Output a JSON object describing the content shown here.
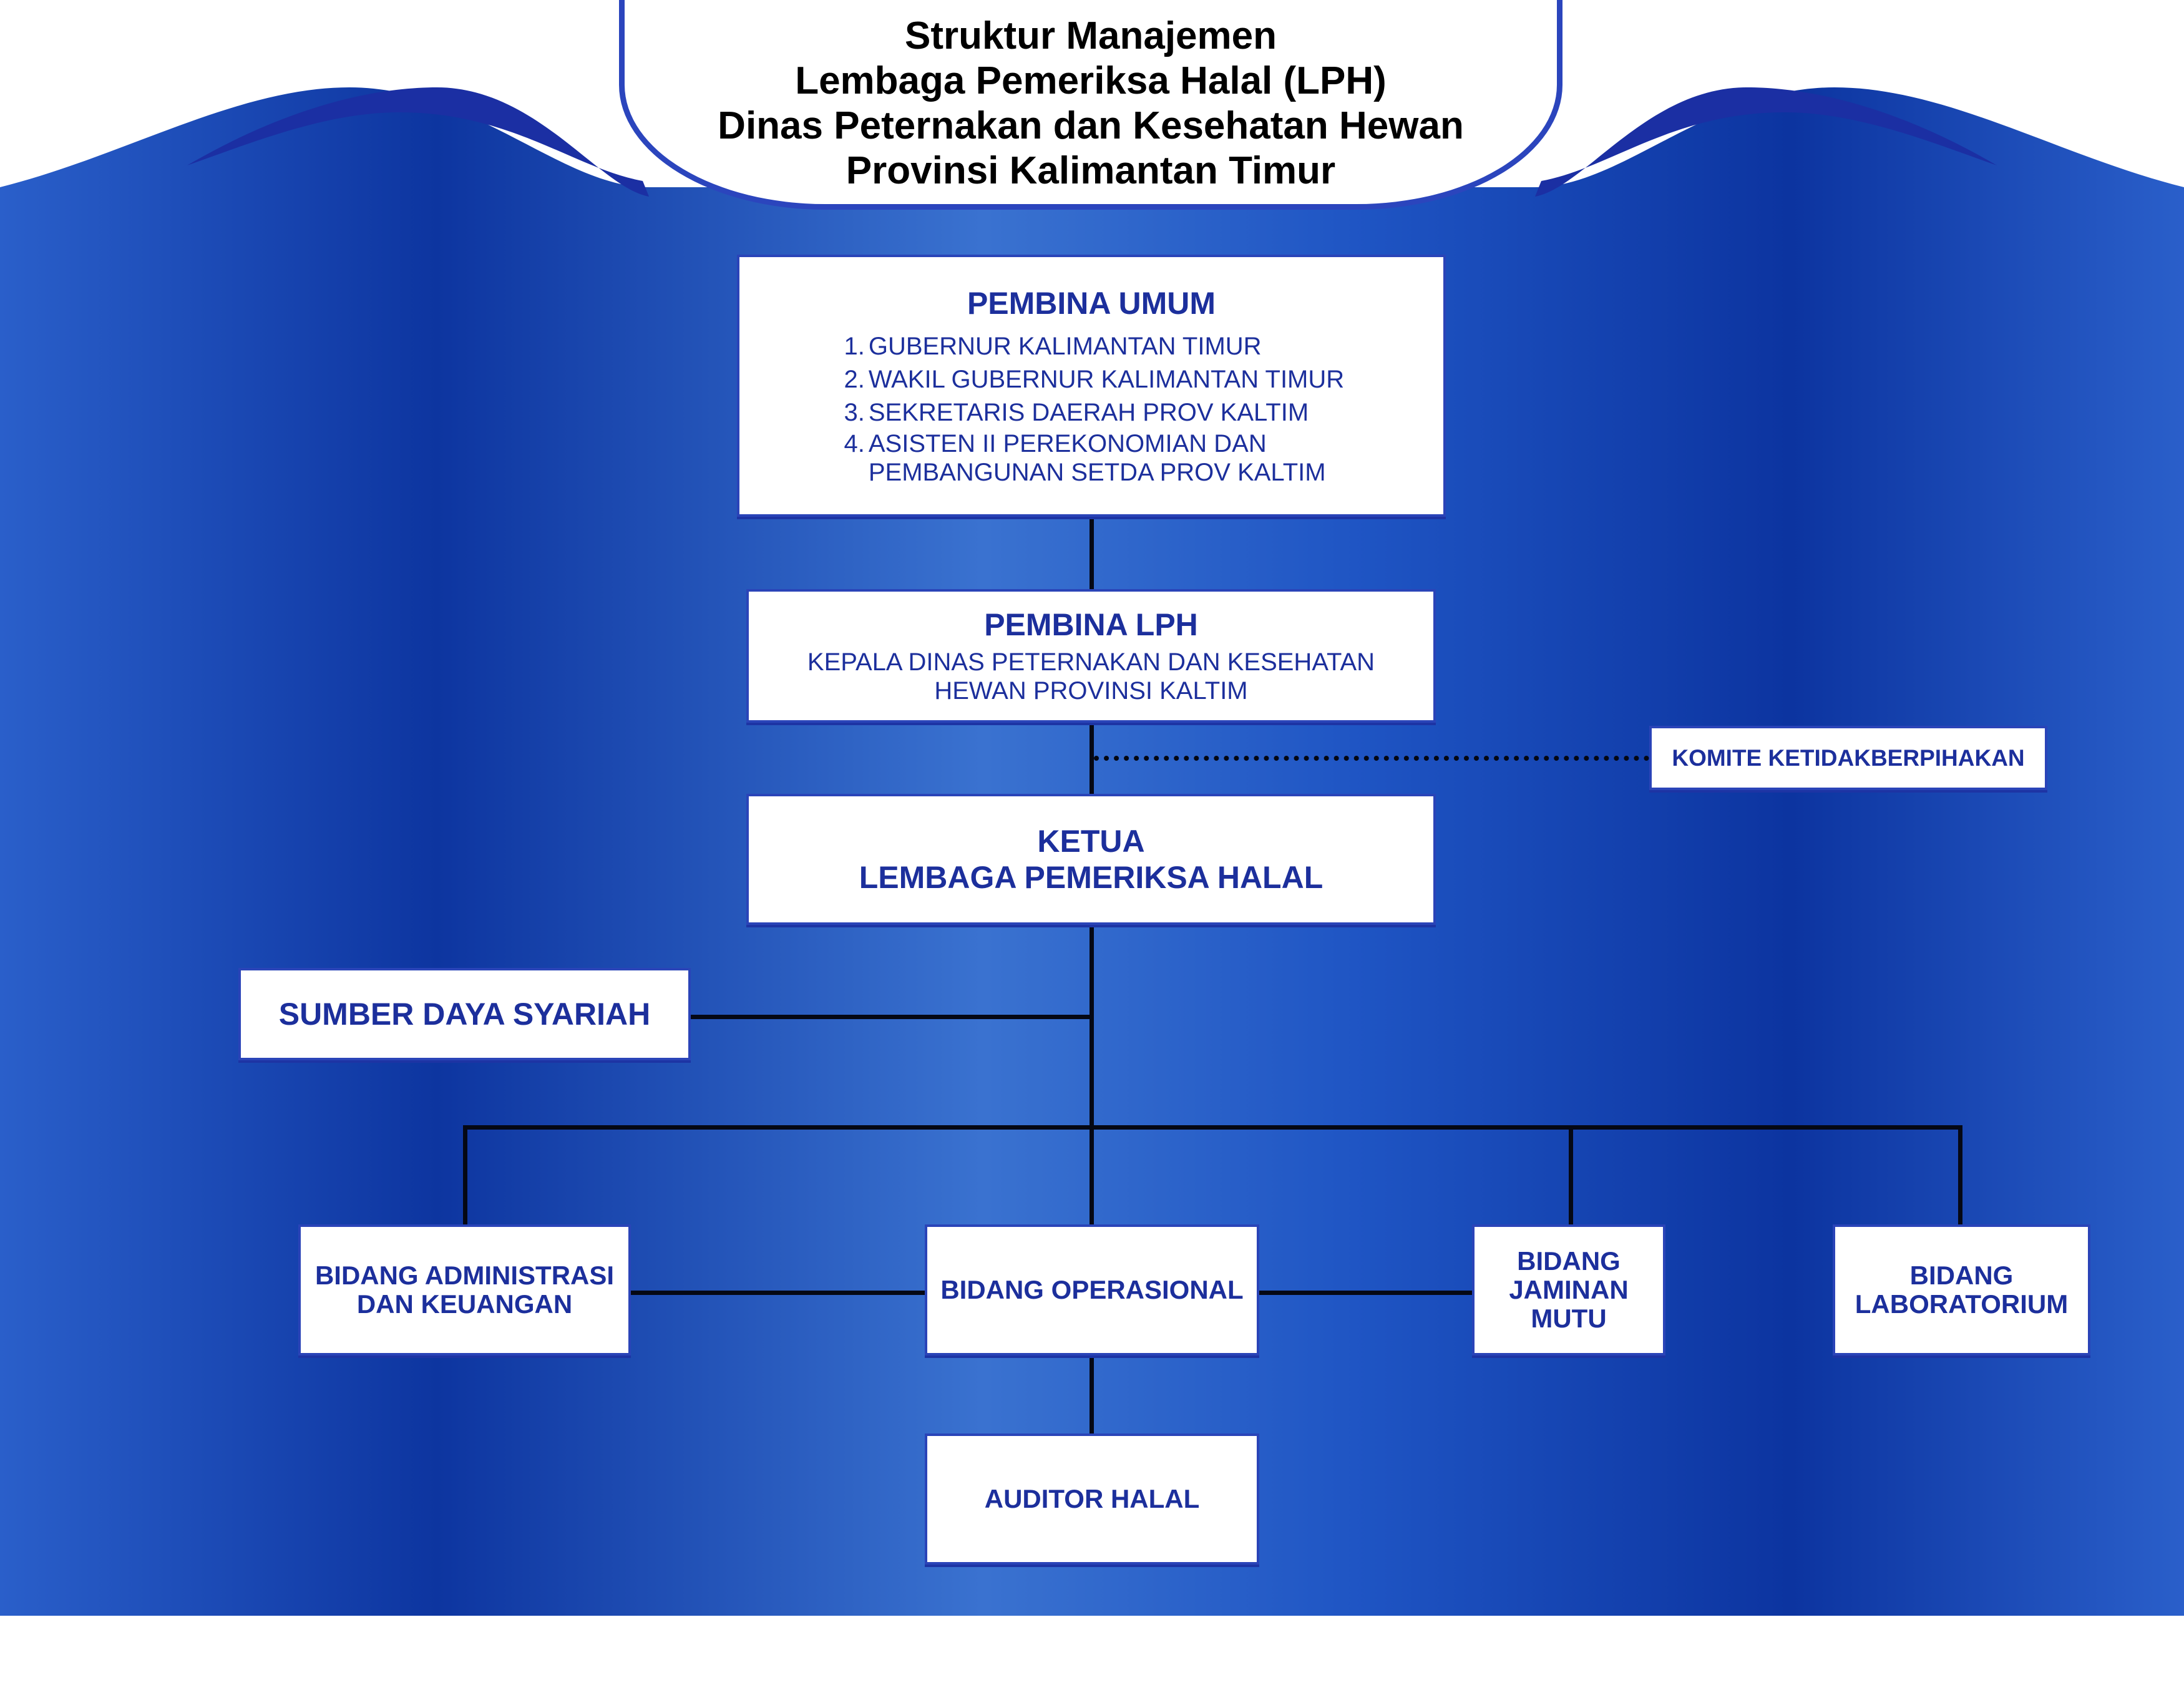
{
  "title": {
    "lines": [
      "Struktur Manajemen",
      "Lembaga Pemeriksa Halal (LPH)",
      "Dinas Peternakan dan Kesehatan Hewan",
      "Provinsi Kalimantan Timur"
    ]
  },
  "colors": {
    "box_text": "#1c2f9c",
    "box_border": "#2a44b8",
    "background_dark": "#0c34a0",
    "background_light": "#3a72d0",
    "connector": "#050814"
  },
  "nodes": {
    "pembina_umum": {
      "heading": "PEMBINA UMUM",
      "items": [
        {
          "num": "1.",
          "text": "GUBERNUR KALIMANTAN TIMUR"
        },
        {
          "num": "2.",
          "text": "WAKIL GUBERNUR KALIMANTAN TIMUR"
        },
        {
          "num": "3.",
          "text": "SEKRETARIS DAERAH PROV KALTIM"
        },
        {
          "num": "4.",
          "text": "ASISTEN II PEREKONOMIAN DAN"
        },
        {
          "num": "",
          "text": "PEMBANGUNAN SETDA PROV KALTIM"
        }
      ]
    },
    "pembina_lph": {
      "heading": "PEMBINA LPH",
      "lines": [
        "KEPALA DINAS PETERNAKAN DAN KESEHATAN",
        "HEWAN PROVINSI KALTIM"
      ]
    },
    "komite": {
      "label": "KOMITE KETIDAKBERPIHAKAN"
    },
    "ketua": {
      "lines": [
        "KETUA",
        "LEMBAGA PEMERIKSA HALAL"
      ]
    },
    "sumber_daya": {
      "label": "SUMBER DAYA SYARIAH"
    },
    "bidang_admin": {
      "lines": [
        "BIDANG ADMINISTRASI",
        "DAN KEUANGAN"
      ]
    },
    "bidang_operasional": {
      "label": "BIDANG OPERASIONAL"
    },
    "bidang_jaminan": {
      "lines": [
        "BIDANG",
        "JAMINAN",
        "MUTU"
      ]
    },
    "bidang_lab": {
      "lines": [
        "BIDANG",
        "LABORATORIUM"
      ]
    },
    "auditor": {
      "label": "AUDITOR HALAL"
    }
  }
}
